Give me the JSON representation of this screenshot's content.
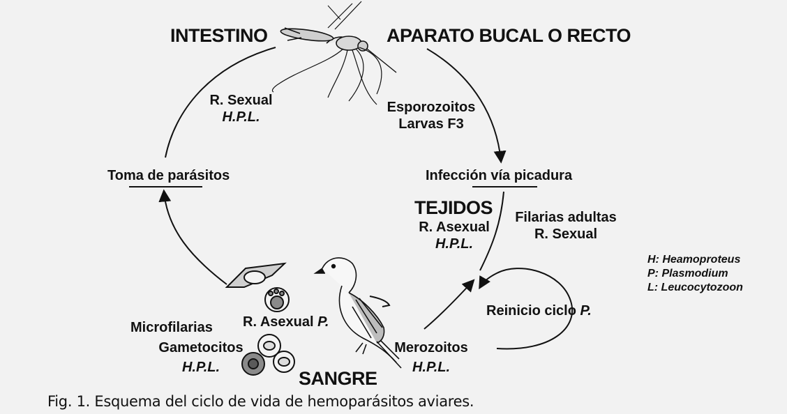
{
  "labels": {
    "intestino": "INTESTINO",
    "aparato": "APARATO BUCAL O RECTO",
    "r_sexual_top": "R. Sexual",
    "hpl_top": "H.P.L.",
    "esporozoitos": "Esporozoitos",
    "larvas": "Larvas F3",
    "toma": "Toma de parásitos",
    "infeccion": "Infección vía picadura",
    "tejidos": "TEJIDOS",
    "r_asexual_tej": "R. Asexual",
    "hpl_tej": "H.P.L.",
    "filarias": "Filarias adultas",
    "r_sexual_fil": "R. Sexual",
    "reinicio": "Reinicio ciclo",
    "reinicio_p": "P.",
    "r_asexual_p": "R. Asexual",
    "r_asexual_p_letter": "P.",
    "microfilarias": "Microfilarias",
    "gametocitos": "Gametocitos",
    "hpl_gam": "H.P.L.",
    "sangre": "SANGRE",
    "merozoitos": "Merozoitos",
    "hpl_mero": "H.P.L."
  },
  "legend": [
    "H: Heamoproteus",
    "P: Plasmodium",
    "L: Leucocytozoon"
  ],
  "caption": "Fig. 1. Esquema del ciclo de vida de hemoparásitos aviares.",
  "colors": {
    "ink": "#111111",
    "background": "#f2f2f2"
  },
  "icons": [
    "mosquito-illustration",
    "bird-illustration",
    "blood-cell-illustrations"
  ]
}
